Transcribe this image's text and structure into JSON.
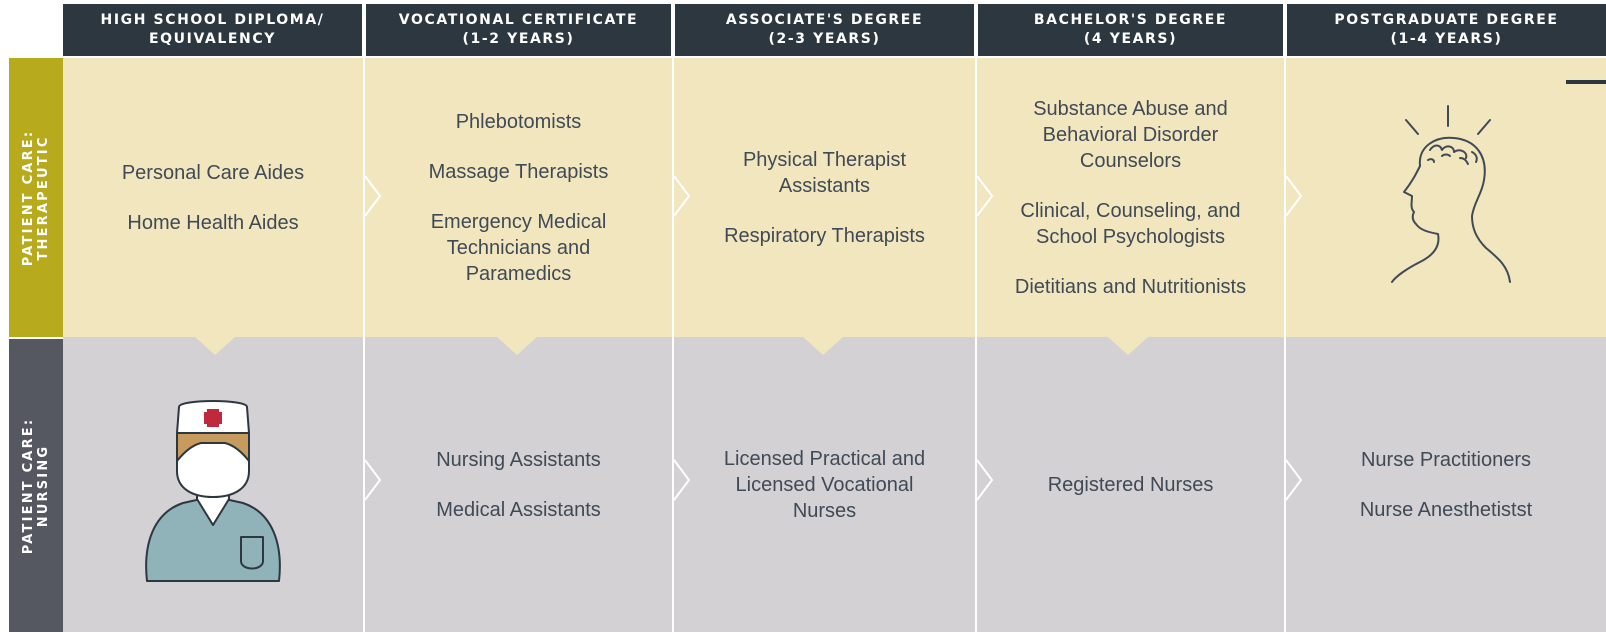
{
  "colors": {
    "header_bg": "#2d3740",
    "therapeutic_bg": "#f2e6be",
    "therapeutic_label_bg": "#b7aa1c",
    "nursing_bg": "#d3d1d4",
    "nursing_label_bg": "#555860",
    "text": "#3f4a56"
  },
  "headers": [
    [
      "HIGH SCHOOL DIPLOMA/",
      "EQUIVALENCY"
    ],
    [
      "VOCATIONAL CERTIFICATE",
      "(1-2 YEARS)"
    ],
    [
      "ASSOCIATE'S DEGREE",
      "(2-3 YEARS)"
    ],
    [
      "BACHELOR'S DEGREE",
      "(4 YEARS)"
    ],
    [
      "POSTGRADUATE DEGREE",
      "(1-4 YEARS)"
    ]
  ],
  "rows": {
    "therapeutic": {
      "label": [
        "PATIENT CARE:",
        "THERAPEUTIC"
      ],
      "cells": [
        [
          [
            "Personal Care Aides"
          ],
          [
            "Home Health Aides"
          ]
        ],
        [
          [
            "Phlebotomists"
          ],
          [
            "Massage Therapists"
          ],
          [
            "Emergency Medical",
            "Technicians and",
            "Paramedics"
          ]
        ],
        [
          [
            "Physical Therapist",
            "Assistants"
          ],
          [
            "Respiratory Therapists"
          ]
        ],
        [
          [
            "Substance Abuse and",
            "Behavioral Disorder",
            "Counselors"
          ],
          [
            "Clinical, Counseling, and",
            "School Psychologists"
          ],
          [
            "Dietitians and Nutritionists"
          ]
        ],
        []
      ],
      "icon": "person-thinking-icon"
    },
    "nursing": {
      "label": [
        "PATIENT CARE:",
        "NURSING"
      ],
      "cells": [
        [],
        [
          [
            "Nursing Assistants"
          ],
          [
            "Medical Assistants"
          ]
        ],
        [
          [
            "Licensed Practical and",
            "Licensed Vocational",
            "Nurses"
          ]
        ],
        [
          [
            "Registered Nurses"
          ]
        ],
        [
          [
            "Nurse Practitioners"
          ],
          [
            "Nurse Anesthetistst"
          ]
        ]
      ],
      "icon": "nurse-icon"
    }
  }
}
